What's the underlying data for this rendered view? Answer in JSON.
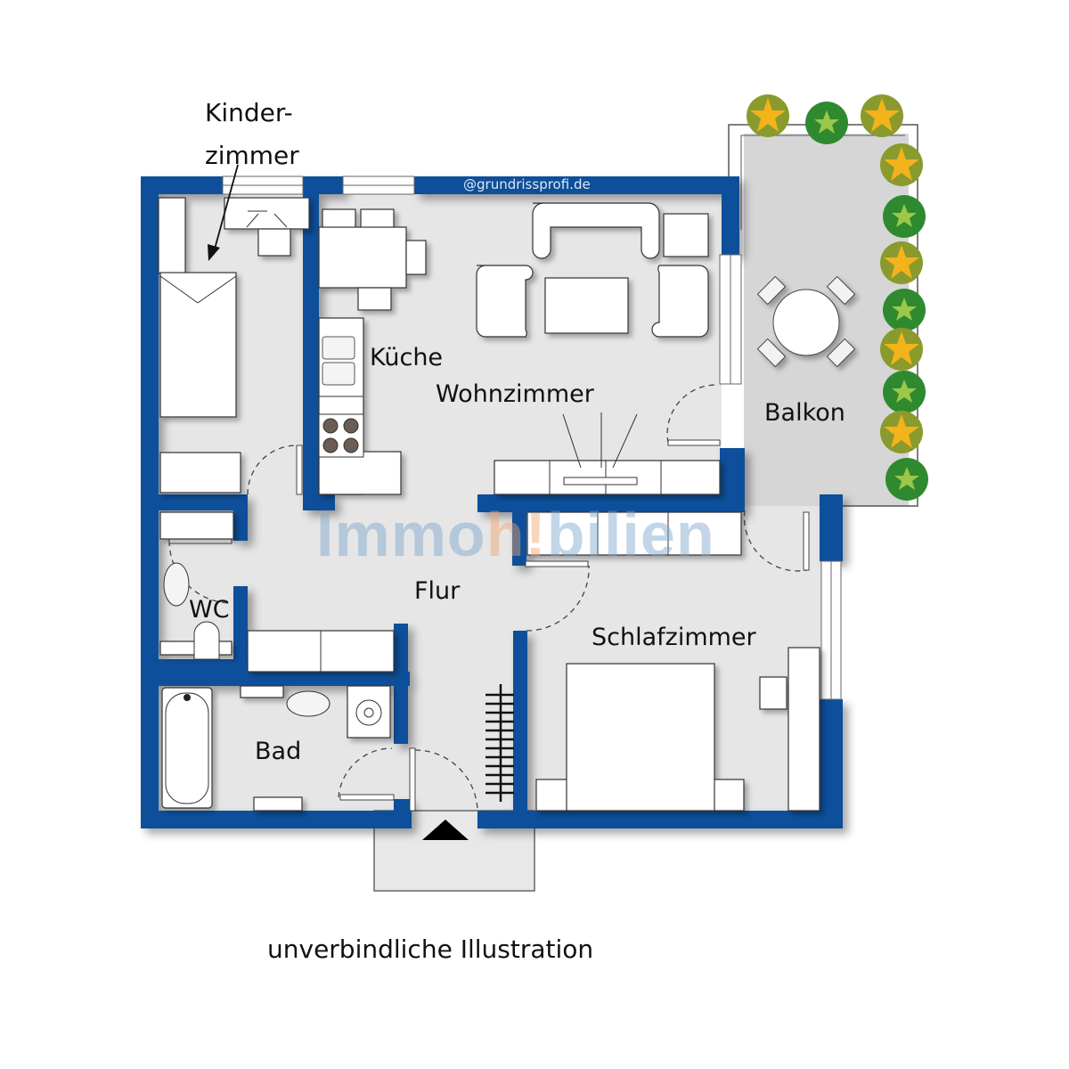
{
  "floorplan": {
    "copyright": "@grundrissprofi.de",
    "watermark": {
      "part1": "Immo",
      "accent": "h!",
      "part2": "bilien"
    },
    "rooms": [
      {
        "id": "kinderzimmer",
        "label": "Kinder-\nzimmer",
        "line1": "Kinder-",
        "line2": "zimmer"
      },
      {
        "id": "kueche",
        "label": "Küche"
      },
      {
        "id": "wohnzimmer",
        "label": "Wohnzimmer"
      },
      {
        "id": "balkon",
        "label": "Balkon"
      },
      {
        "id": "flur",
        "label": "Flur"
      },
      {
        "id": "wc",
        "label": "WC"
      },
      {
        "id": "schlafzimmer",
        "label": "Schlafzimmer"
      },
      {
        "id": "bad",
        "label": "Bad"
      }
    ],
    "footer": "unverbindliche Illustration",
    "colors": {
      "wall": "#0a4f9a",
      "floor": "#e6e6e6",
      "balcony_floor": "#d7d7d7",
      "furniture": "#ffffff",
      "entrance_arrow": "#000000"
    },
    "icons": [
      "entrance-arrow-icon",
      "plant-icon",
      "stove-icon",
      "sink-icon",
      "bathtub-icon",
      "toilet-icon",
      "washing-machine-icon",
      "radiator-icon"
    ]
  }
}
